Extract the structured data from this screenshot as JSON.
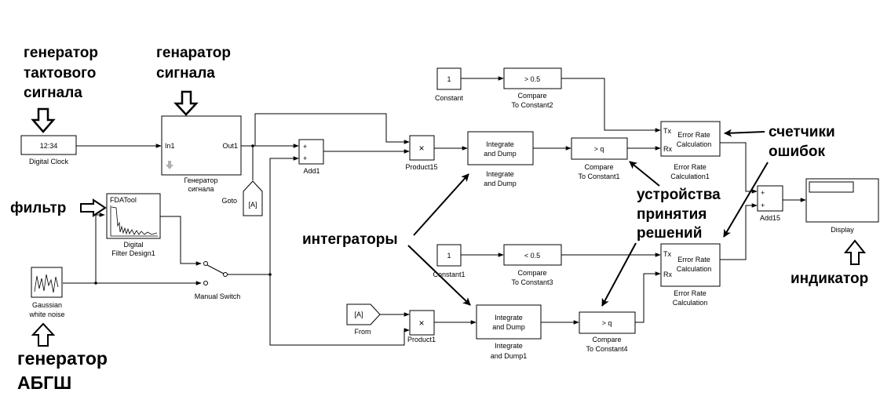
{
  "annotations": {
    "clock_generator": [
      "генератор",
      "тактового",
      "сигнала"
    ],
    "signal_generator": [
      "генаратор",
      "сигнала"
    ],
    "filter": "фильтр",
    "noise_generator": [
      "генератор",
      "АБГШ"
    ],
    "integrators": "интеграторы",
    "error_counters": [
      "счетчики",
      "ошибок"
    ],
    "decision_devices": [
      "устройства",
      "принятия",
      "решений"
    ],
    "indicator": "индикатор"
  },
  "blocks": {
    "digital_clock": {
      "display": "12:34",
      "caption": "Digital Clock"
    },
    "signal_gen": {
      "in_port": "In1",
      "out_port": "Out1",
      "caption": [
        "Генератор",
        "сигнала"
      ]
    },
    "goto": {
      "tag": "[A]",
      "caption": "Goto"
    },
    "add1": {
      "signs": [
        "+",
        "+"
      ],
      "caption": "Add1"
    },
    "fdatool": {
      "title": "FDATool",
      "caption": [
        "Digital",
        "Filter Design1"
      ]
    },
    "noise": {
      "caption": [
        "Gaussian",
        "white noise"
      ]
    },
    "manual_switch": {
      "caption": "Manual Switch"
    },
    "constant_top": {
      "value": "1",
      "caption": "Constant"
    },
    "compare2": {
      "text": "> 0.5",
      "caption": [
        "Compare",
        "To Constant2"
      ]
    },
    "product15": {
      "symbol": "×",
      "caption": "Product15"
    },
    "int_dump_top": {
      "text": [
        "Integrate",
        "and Dump"
      ],
      "caption": [
        "Integrate",
        "and Dump"
      ]
    },
    "compare1": {
      "text": "> q",
      "caption": [
        "Compare",
        "To Constant1"
      ]
    },
    "err_calc1": {
      "tx": "Tx",
      "rx": "Rx",
      "text": [
        "Error Rate",
        "Calculation"
      ],
      "caption": [
        "Error Rate",
        "Calculation1"
      ]
    },
    "add15": {
      "signs": [
        "+",
        "+"
      ],
      "caption": "Add15"
    },
    "display": {
      "caption": "Display"
    },
    "constant1": {
      "value": "1",
      "caption": "Constant1"
    },
    "compare3": {
      "text": "< 0.5",
      "caption": [
        "Compare",
        "To Constant3"
      ]
    },
    "err_calc2": {
      "tx": "Tx",
      "rx": "Rx",
      "text": [
        "Error Rate",
        "Calculation"
      ],
      "caption": [
        "Error Rate",
        "Calculation"
      ]
    },
    "from": {
      "tag": "[A]",
      "caption": "From"
    },
    "product1": {
      "symbol": "×",
      "caption": "Product1"
    },
    "int_dump_bottom": {
      "text": [
        "Integrate",
        "and Dump"
      ],
      "caption": [
        "Integrate",
        "and Dump1"
      ]
    },
    "compare4": {
      "text": "> q",
      "caption": [
        "Compare",
        "To Constant4"
      ]
    }
  }
}
